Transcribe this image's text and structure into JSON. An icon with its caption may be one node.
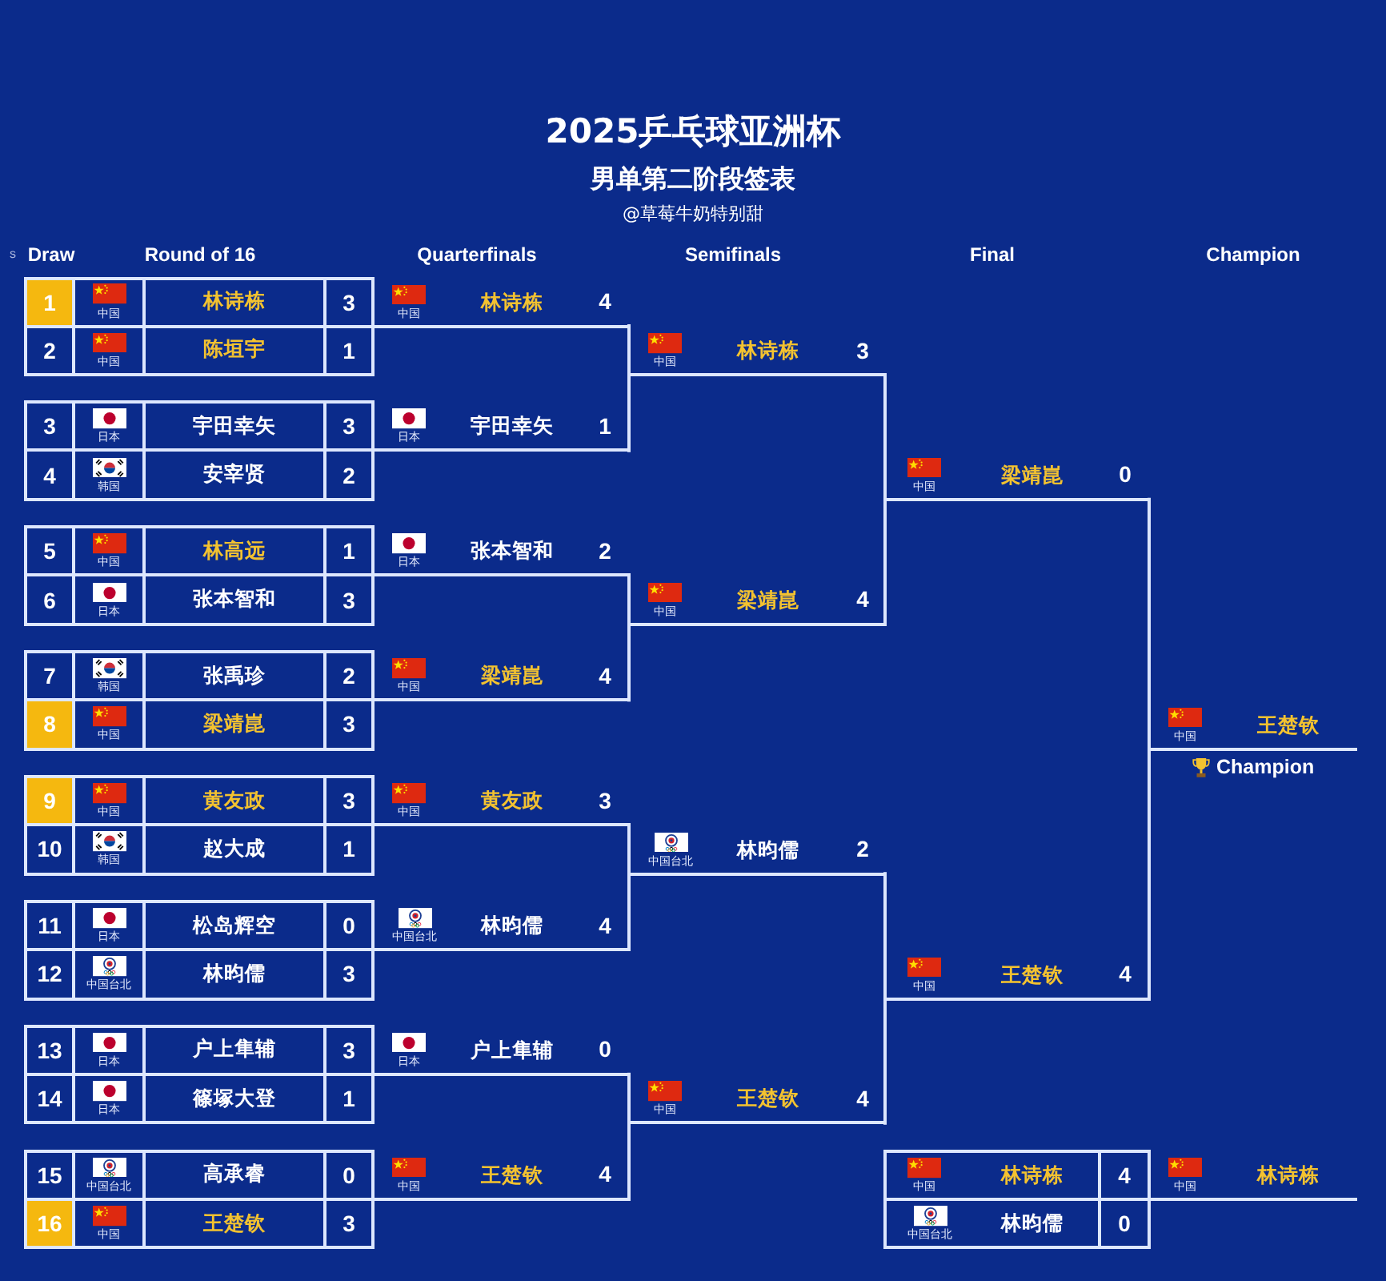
{
  "diagram": {
    "title": "2025乒乓球亚洲杯",
    "nodes": [
      {
        "text": [
          "1",
          "中国",
          "林诗栋",
          "3"
        ]
      },
      {
        "text": [
          "2",
          "中国",
          "陈垣宇",
          "1"
        ]
      },
      {
        "text": [
          "3",
          "日本",
          "宇田幸矢",
          "3"
        ]
      },
      {
        "text": [
          "4",
          "韩国",
          "安宰贤",
          "2"
        ]
      },
      {
        "text": [
          "5",
          "中国",
          "林高远",
          "1"
        ]
      },
      {
        "text": [
          "6",
          "日本",
          "张本智和",
          "3"
        ]
      },
      {
        "text": [
          "7",
          "韩国",
          "张禹珍",
          "2"
        ]
      },
      {
        "text": [
          "8",
          "中国",
          "梁靖崑",
          "3"
        ]
      },
      {
        "text": [
          "9",
          "中国",
          "黄友政",
          "3"
        ]
      },
      {
        "text": [
          "10",
          "韩国",
          "赵大成",
          "1"
        ]
      },
      {
        "text": [
          "11",
          "日本",
          "松岛辉空",
          "0"
        ]
      },
      {
        "text": [
          "12",
          "中国台北",
          "林昀儒",
          "3"
        ]
      },
      {
        "text": [
          "13",
          "日本",
          "户上隼辅",
          "3"
        ]
      },
      {
        "text": [
          "14",
          "日本",
          "篠塚大登",
          "1"
        ]
      },
      {
        "text": [
          "15",
          "中国台北",
          "高承睿",
          "0"
        ]
      },
      {
        "text": [
          "16",
          "中国",
          "王楚钦",
          "3"
        ]
      },
      {
        "text": [
          "中国",
          "林诗栋",
          "4"
        ]
      },
      {
        "text": [
          "日本",
          "宇田幸矢",
          "1"
        ]
      },
      {
        "text": [
          "日本",
          "张本智和",
          "2"
        ]
      },
      {
        "text": [
          "中国",
          "梁靖崑",
          "4"
        ]
      },
      {
        "text": [
          "中国",
          "黄友政",
          "3"
        ]
      },
      {
        "text": [
          "中国台北",
          "林昀儒",
          "4"
        ]
      },
      {
        "text": [
          "日本",
          "户上隼辅",
          "0"
        ]
      },
      {
        "text": [
          "中国",
          "王楚钦",
          "4"
        ]
      },
      {
        "text": [
          "中国",
          "林诗栋",
          "3"
        ]
      },
      {
        "text": [
          "中国",
          "梁靖崑",
          "4"
        ]
      },
      {
        "text": [
          "中国台北",
          "林昀儒",
          "2"
        ]
      },
      {
        "text": [
          "中国",
          "王楚钦",
          "4"
        ]
      },
      {
        "text": [
          "中国",
          "梁靖崑",
          "0"
        ]
      },
      {
        "text": [
          "中国",
          "王楚钦",
          "4"
        ]
      },
      {
        "text": [
          "中国",
          "王楚钦"
        ],
        "beside": [
          "Champion"
        ]
      },
      {
        "text": [
          "中国",
          "林诗栋",
          "4"
        ]
      },
      {
        "text": [
          "中国台北",
          "林昀儒",
          "0"
        ]
      },
      {
        "text": [
          "中国",
          "林诗栋"
        ]
      }
    ],
    "edges": [
      {
        "from": 16,
        "to": 24,
        "arrow": "none"
      },
      {
        "from": 17,
        "to": 24,
        "arrow": "none"
      },
      {
        "from": 18,
        "to": 25,
        "arrow": "none"
      },
      {
        "from": 19,
        "to": 25,
        "arrow": "none"
      },
      {
        "from": 20,
        "to": 26,
        "arrow": "none"
      },
      {
        "from": 21,
        "to": 26,
        "arrow": "none"
      },
      {
        "from": 22,
        "to": 27,
        "arrow": "none"
      },
      {
        "from": 23,
        "to": 27,
        "arrow": "none"
      },
      {
        "from": 24,
        "to": 28,
        "arrow": "none"
      },
      {
        "from": 25,
        "to": 28,
        "arrow": "none"
      },
      {
        "from": 26,
        "to": 29,
        "arrow": "none"
      },
      {
        "from": 27,
        "to": 29,
        "arrow": "none"
      },
      {
        "from": 28,
        "to": 30,
        "arrow": "none"
      },
      {
        "from": 29,
        "to": 30,
        "arrow": "none"
      }
    ],
    "labels": [
      "男单第二阶段签表",
      "@草莓牛奶特别甜",
      "s",
      "Draw",
      "Round of 16",
      "Quarterfinals",
      "Semifinals",
      "Final",
      "Champion"
    ]
  }
}
